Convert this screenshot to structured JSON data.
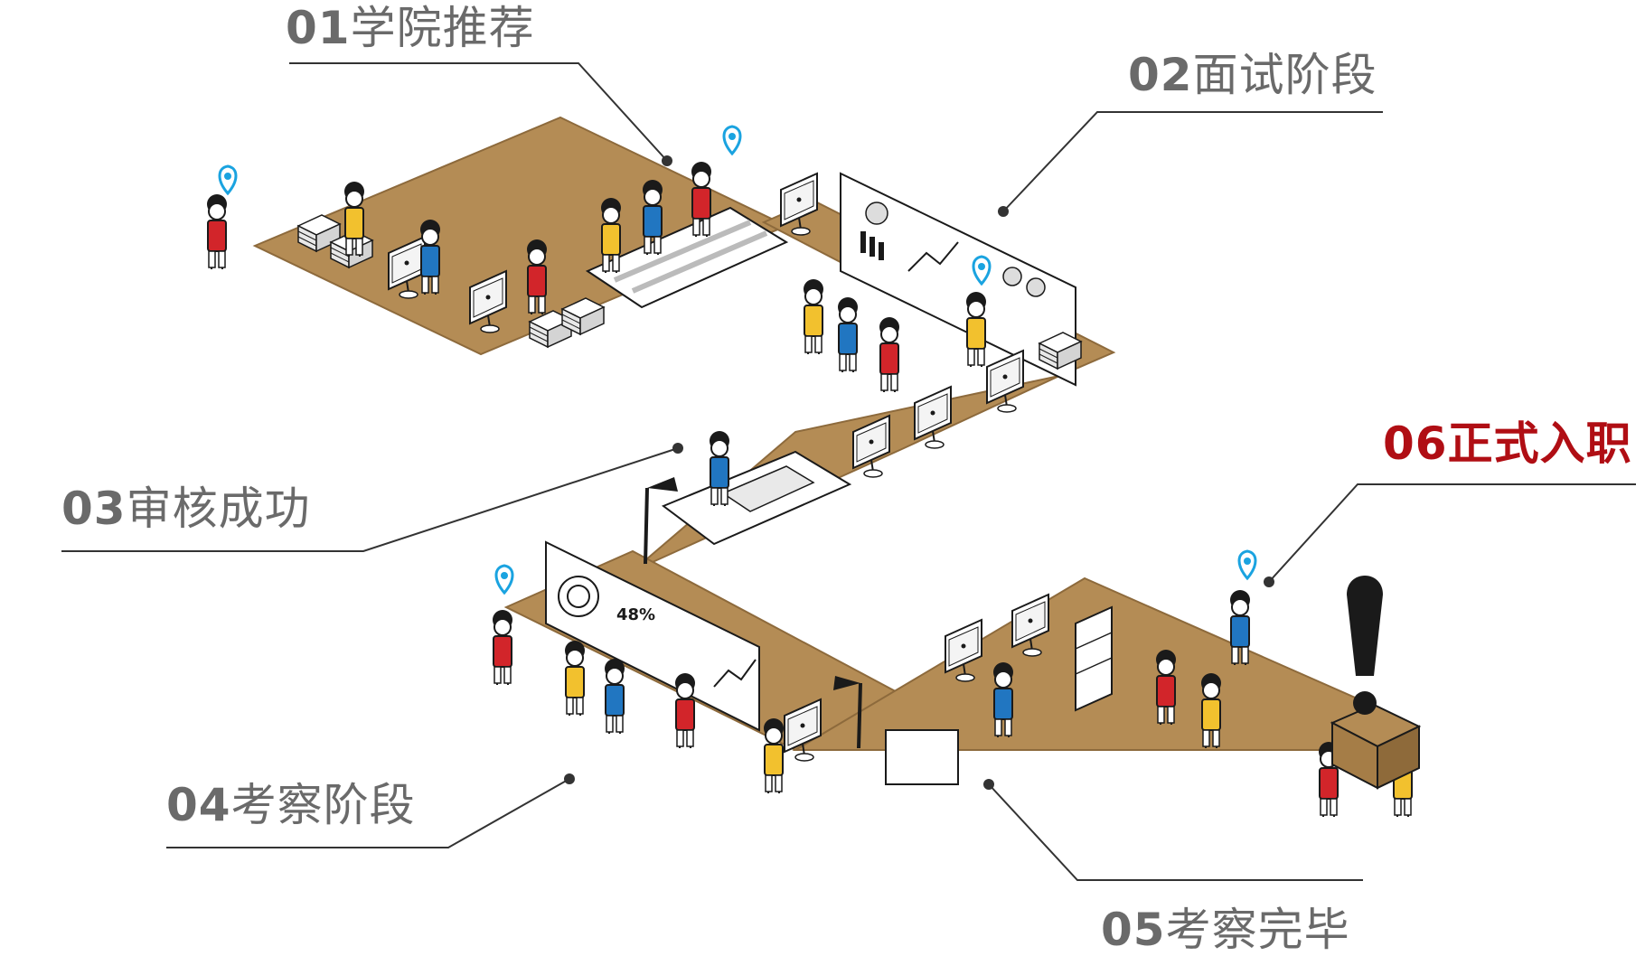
{
  "colors": {
    "floor": "#b48c55",
    "floor_edge": "#8d6a3c",
    "label_text": "#6a6a6a",
    "final_label_text": "#b00e14",
    "leader_line": "#333333",
    "pin": "#1aa3e0",
    "shirt_red": "#d2252a",
    "shirt_yellow": "#f2c12e",
    "shirt_blue": "#2176c1",
    "outline": "#1a1a1a"
  },
  "stages": [
    {
      "number": "01",
      "text": "学院推荐",
      "highlight": false
    },
    {
      "number": "02",
      "text": "面试阶段",
      "highlight": false
    },
    {
      "number": "03",
      "text": "审核成功",
      "highlight": false
    },
    {
      "number": "04",
      "text": "考察阶段",
      "highlight": false
    },
    {
      "number": "05",
      "text": "考察完毕",
      "highlight": false
    },
    {
      "number": "06",
      "text": "正式入职",
      "highlight": true
    }
  ],
  "panel_text": {
    "percent": "48%"
  },
  "icons": [
    "location-pin-icon",
    "exclamation-mark-icon",
    "computer-monitor-icon",
    "desk-lamp-icon",
    "bookshelf-icon",
    "box-icon"
  ]
}
